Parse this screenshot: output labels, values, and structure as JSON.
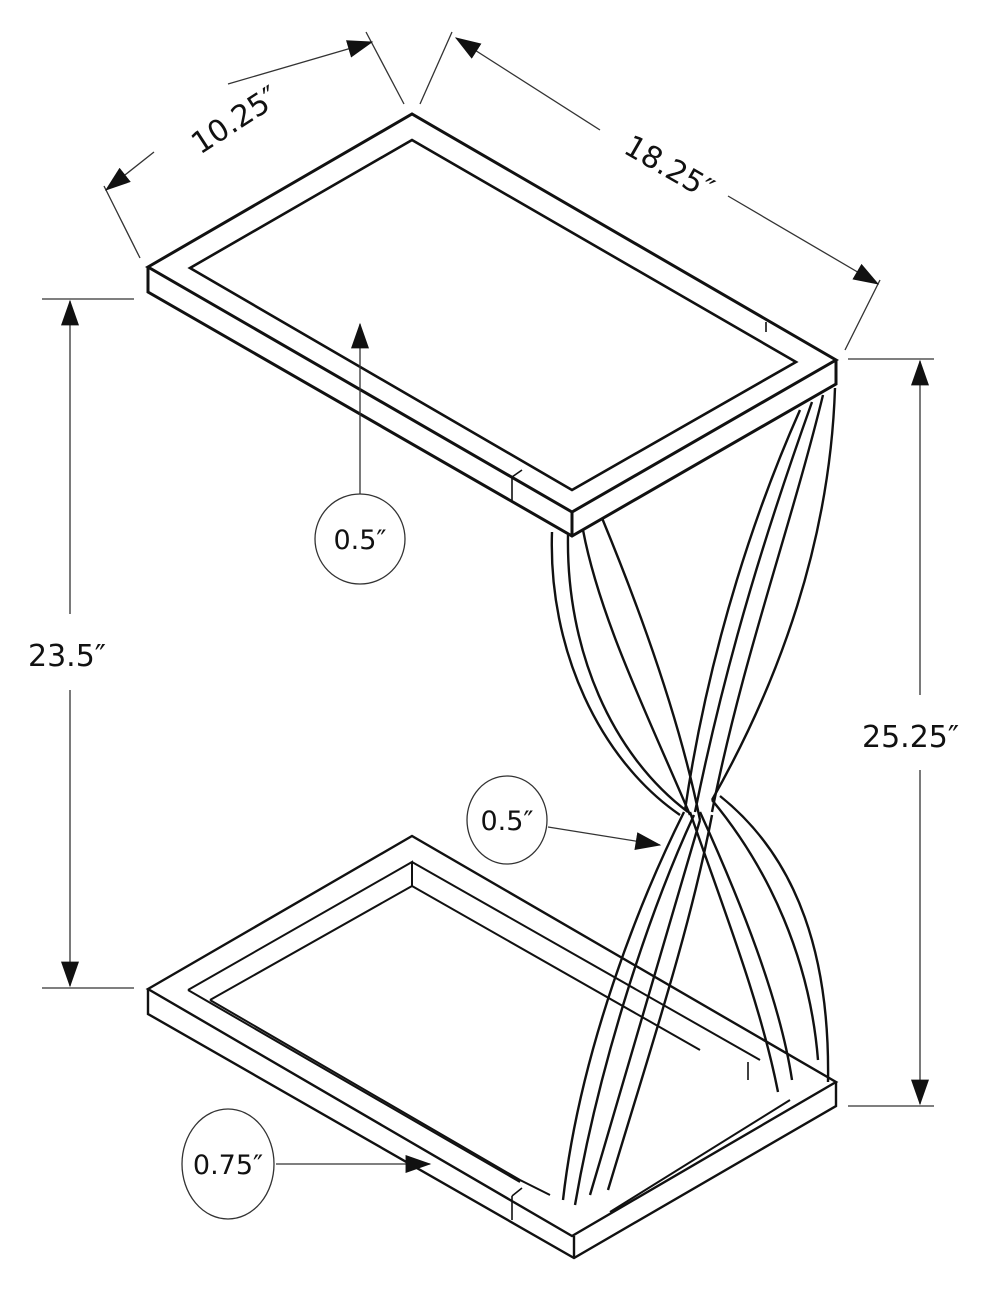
{
  "diagram": {
    "subject": "C-shaped accent side table with twisted metal base",
    "background_color": "#ffffff",
    "line_color": "#111111",
    "dimensions": {
      "top_depth": "10.25″",
      "top_width": "18.25″",
      "inner_height": "23.5″",
      "overall_height": "25.25″"
    },
    "callouts": {
      "top_thickness": "0.5″",
      "leg_thickness": "0.5″",
      "base_thickness": "0.75″"
    }
  }
}
